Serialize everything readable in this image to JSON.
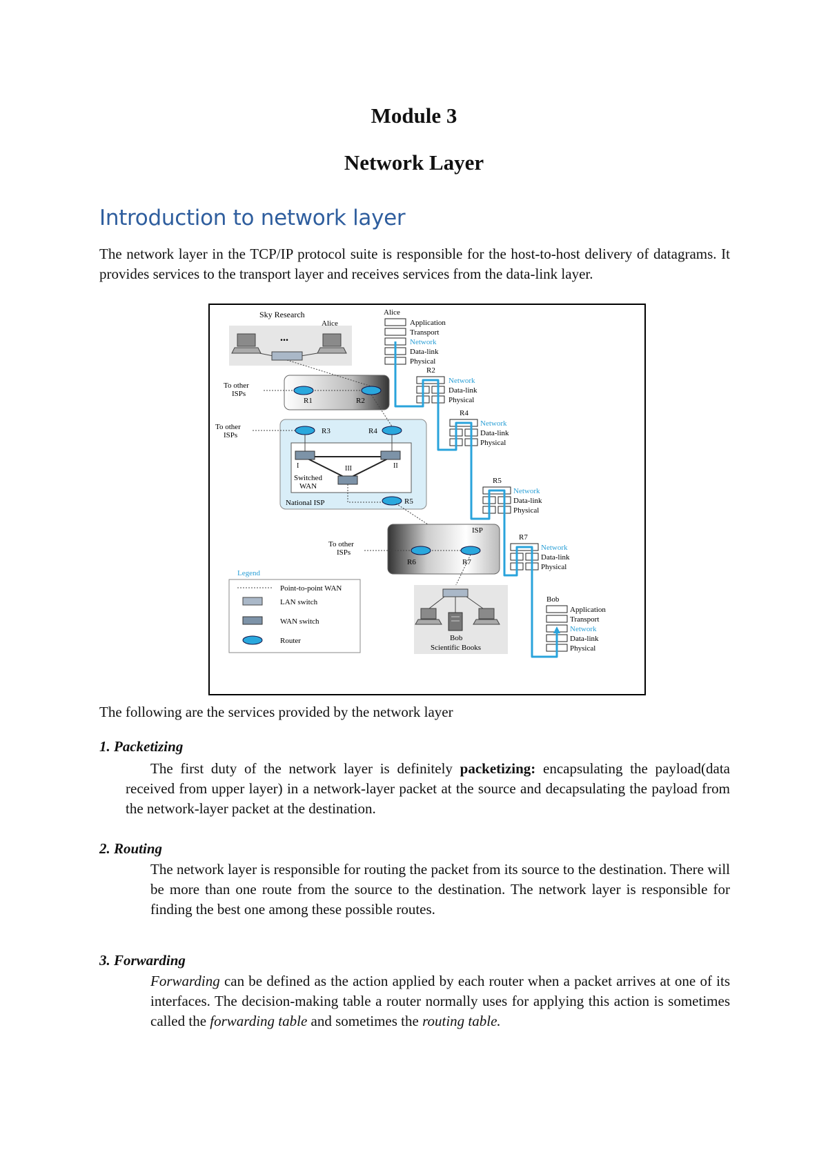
{
  "doc": {
    "module": "Module 3",
    "subject": "Network Layer",
    "heading": "Introduction to network layer",
    "intro": "The network layer in the TCP/IP protocol suite is responsible for the host-to-host delivery of datagrams. It provides services to the transport layer and receives services from the data-link layer.",
    "services_intro": "The following are the services provided by the network layer",
    "sections": [
      {
        "title": "1. Packetizing",
        "pre": "The first duty of the network layer is definitely ",
        "bold": "packetizing:",
        "post": " encapsulating the payload(data received from upper layer) in a network-layer packet at the source and decapsulating the payload from the network-layer packet at the destination."
      },
      {
        "title": "2. Routing",
        "text": "The network layer is responsible for routing the packet from its source to the destination. There will be more than one route from the source to the destination. The network layer is responsible for finding the best one among these possible routes."
      },
      {
        "title": "3. Forwarding",
        "italic1": "Forwarding",
        "mid1": " can be defined as the action applied by each router when a packet arrives at one of its interfaces. The decision-making table a router normally uses for applying this action is sometimes called the ",
        "italic2": "forwarding table",
        "mid2": " and sometimes the ",
        "italic3": "routing table.",
        "tail": ""
      }
    ]
  },
  "figure": {
    "sky_research": "Sky Research",
    "alice": "Alice",
    "dots": "...",
    "to_other_isps_1": "To other",
    "to_other_isps_2": "ISPs",
    "r1": "R1",
    "r2": "R2",
    "r3": "R3",
    "r4": "R4",
    "r5": "R5",
    "r6": "R6",
    "r7": "R7",
    "sw_1": "I",
    "sw_2": "II",
    "sw_3": "III",
    "switched": "Switched",
    "wan": "WAN",
    "national_isp": "National ISP",
    "isp": "ISP",
    "bob": "Bob",
    "scientific_books": "Scientific Books",
    "legend": {
      "title": "Legend",
      "p2p": "Point-to-point WAN",
      "lan": "LAN switch",
      "wan": "WAN switch",
      "router": "Router"
    },
    "layers": {
      "application": "Application",
      "transport": "Transport",
      "network": "Network",
      "datalink": "Data-link",
      "physical": "Physical"
    },
    "colors": {
      "accent": "#2a9fd6",
      "path": "#29a3db",
      "isp_fill": "#d9eef8"
    }
  }
}
